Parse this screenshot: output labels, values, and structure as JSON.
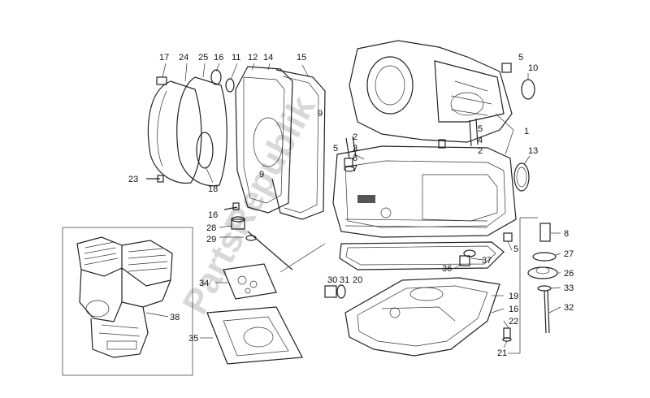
{
  "watermark": "PartsRepublik",
  "callouts": [
    {
      "id": "c-17",
      "text": "17"
    },
    {
      "id": "c-24",
      "text": "24"
    },
    {
      "id": "c-25",
      "text": "25"
    },
    {
      "id": "c-16a",
      "text": "16"
    },
    {
      "id": "c-11",
      "text": "11"
    },
    {
      "id": "c-12",
      "text": "12"
    },
    {
      "id": "c-14",
      "text": "14"
    },
    {
      "id": "c-15",
      "text": "15"
    },
    {
      "id": "c-9a",
      "text": "9"
    },
    {
      "id": "c-9b",
      "text": "9"
    },
    {
      "id": "c-18",
      "text": "18"
    },
    {
      "id": "c-23",
      "text": "23"
    },
    {
      "id": "c-16b",
      "text": "16"
    },
    {
      "id": "c-28",
      "text": "28"
    },
    {
      "id": "c-29",
      "text": "29"
    },
    {
      "id": "c-2a",
      "text": "2"
    },
    {
      "id": "c-3",
      "text": "3"
    },
    {
      "id": "c-6",
      "text": "6"
    },
    {
      "id": "c-7",
      "text": "7"
    },
    {
      "id": "c-5a",
      "text": "5"
    },
    {
      "id": "c-5b",
      "text": "5"
    },
    {
      "id": "c-4",
      "text": "4"
    },
    {
      "id": "c-2b",
      "text": "2"
    },
    {
      "id": "c-5c",
      "text": "5"
    },
    {
      "id": "c-10",
      "text": "10"
    },
    {
      "id": "c-1",
      "text": "1"
    },
    {
      "id": "c-13",
      "text": "13"
    },
    {
      "id": "c-5d",
      "text": "5"
    },
    {
      "id": "c-8",
      "text": "8"
    },
    {
      "id": "c-27",
      "text": "27"
    },
    {
      "id": "c-26",
      "text": "26"
    },
    {
      "id": "c-33",
      "text": "33"
    },
    {
      "id": "c-32",
      "text": "32"
    },
    {
      "id": "c-37",
      "text": "37"
    },
    {
      "id": "c-36",
      "text": "36"
    },
    {
      "id": "c-30",
      "text": "30"
    },
    {
      "id": "c-31",
      "text": "31"
    },
    {
      "id": "c-20",
      "text": "20"
    },
    {
      "id": "c-19",
      "text": "19"
    },
    {
      "id": "c-16c",
      "text": "16"
    },
    {
      "id": "c-22",
      "text": "22"
    },
    {
      "id": "c-21",
      "text": "21"
    },
    {
      "id": "c-34",
      "text": "34"
    },
    {
      "id": "c-35",
      "text": "35"
    },
    {
      "id": "c-38",
      "text": "38"
    }
  ]
}
